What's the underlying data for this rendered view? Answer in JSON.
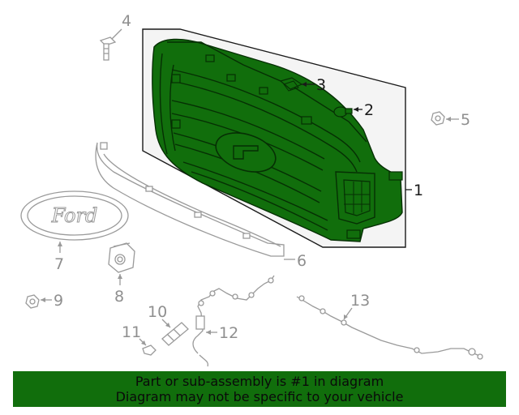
{
  "diagram": {
    "callouts": {
      "c1": "1",
      "c2": "2",
      "c3": "3",
      "c4": "4",
      "c5": "5",
      "c6": "6",
      "c7": "7",
      "c8": "8",
      "c9": "9",
      "c10": "10",
      "c11": "11",
      "c12": "12",
      "c13": "13"
    },
    "emblem_text": "Ford",
    "colors": {
      "highlight_part": "#116e0c",
      "inactive_part": "#9a9a9a",
      "panel_background": "#f4f4f4"
    }
  },
  "footer": {
    "line1": "Part or sub-assembly is #1 in diagram",
    "line2": "Diagram may not be specific to your vehicle",
    "background": "#116e0c"
  }
}
